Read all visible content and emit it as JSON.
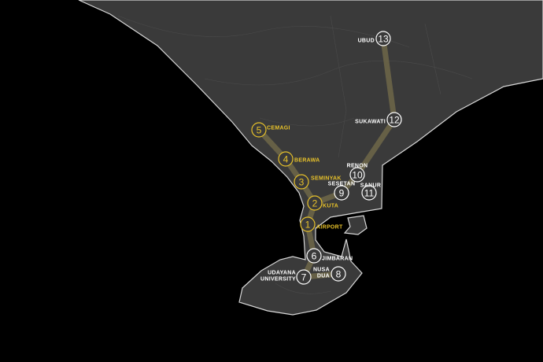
{
  "colors": {
    "land": "#3a3a3a",
    "coast": "#d8d8d8",
    "route": "#6b6548",
    "primary": "#e8c22a",
    "secondary": "#ffffff"
  },
  "stops": [
    {
      "num": "1",
      "label": "AIRPORT",
      "type": "primary"
    },
    {
      "num": "2",
      "label": "KUTA",
      "type": "primary"
    },
    {
      "num": "3",
      "label": "SEMINYAK",
      "type": "primary"
    },
    {
      "num": "4",
      "label": "BERAWA",
      "type": "primary"
    },
    {
      "num": "5",
      "label": "CEMAGI",
      "type": "primary"
    },
    {
      "num": "6",
      "label": "JIMBARAN",
      "type": "secondary"
    },
    {
      "num": "7",
      "label": "UDAYANA",
      "label2": "UNIVERSITY",
      "type": "secondary"
    },
    {
      "num": "8",
      "label": "NUSA",
      "label2": "DUA",
      "type": "secondary"
    },
    {
      "num": "9",
      "label": "SESETAN",
      "type": "secondary"
    },
    {
      "num": "10",
      "label": "RENON",
      "type": "secondary"
    },
    {
      "num": "11",
      "label": "SANUR",
      "type": "secondary"
    },
    {
      "num": "12",
      "label": "SUKAWATI",
      "type": "secondary"
    },
    {
      "num": "13",
      "label": "UBUD",
      "type": "secondary"
    }
  ]
}
